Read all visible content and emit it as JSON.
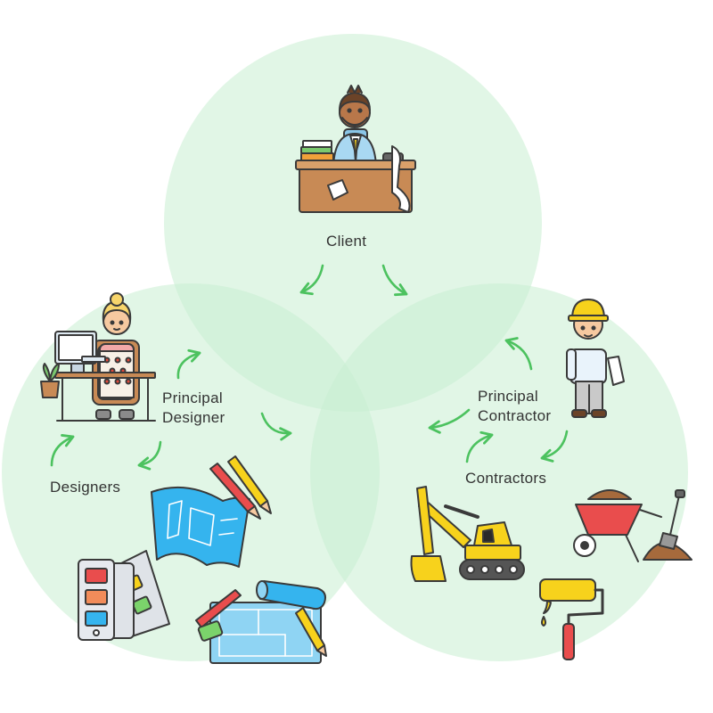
{
  "labels": {
    "client": "Client",
    "principal_designer": [
      "Principal",
      "Designer"
    ],
    "designers": "Designers",
    "principal_contractor": [
      "Principal",
      "Contractor"
    ],
    "contractors": "Contractors"
  },
  "colors": {
    "circle_fill": "#c9efd2",
    "arrow": "#4cc25f",
    "outline": "#3a3a3a",
    "blueprint": "#35b4ee",
    "machinery_yellow": "#f7d21c",
    "desk_brown": "#c88a55",
    "skin": "#f6c9a0"
  },
  "icons": [
    "client-at-desk-icon",
    "designer-at-computer-icon",
    "construction-worker-icon",
    "blueprint-icon",
    "pencils-icon",
    "color-swatch-icon",
    "floor-plan-icon",
    "excavator-icon",
    "wheelbarrow-icon",
    "paint-roller-icon",
    "shovel-icon"
  ]
}
